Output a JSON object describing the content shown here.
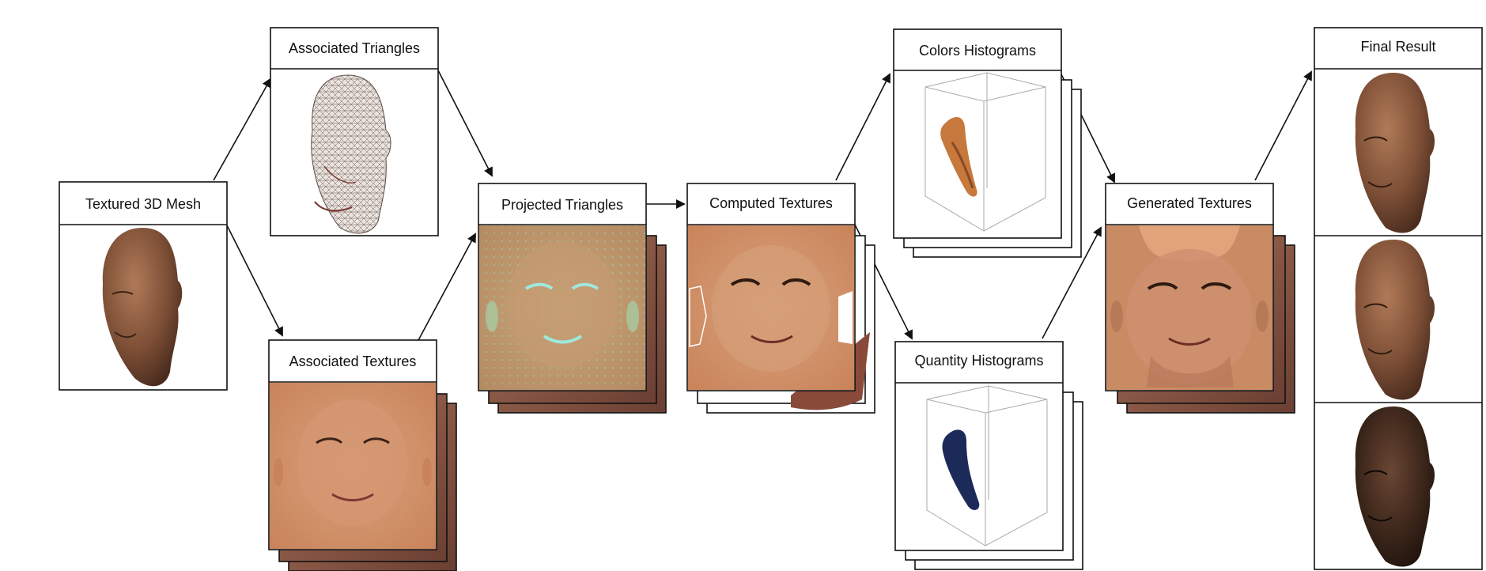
{
  "nodes": {
    "textured_mesh": {
      "title": "Textured 3D Mesh"
    },
    "associated_triangles": {
      "title": "Associated Triangles"
    },
    "associated_textures": {
      "title": "Associated Textures"
    },
    "projected_triangles": {
      "title": "Projected Triangles"
    },
    "computed_textures": {
      "title": "Computed Textures"
    },
    "colors_histograms": {
      "title": "Colors Histograms"
    },
    "quantity_histograms": {
      "title": "Quantity Histograms"
    },
    "generated_textures": {
      "title": "Generated Textures"
    },
    "final_result": {
      "title": "Final Result"
    }
  },
  "colors": {
    "skin": "#c98b63",
    "skin_dark": "#7a4a35",
    "head_shade": "#8a5a40",
    "histogram_warm": "#c7783c",
    "histogram_blue": "#1c2a5a",
    "wire": "#5a4a44"
  }
}
